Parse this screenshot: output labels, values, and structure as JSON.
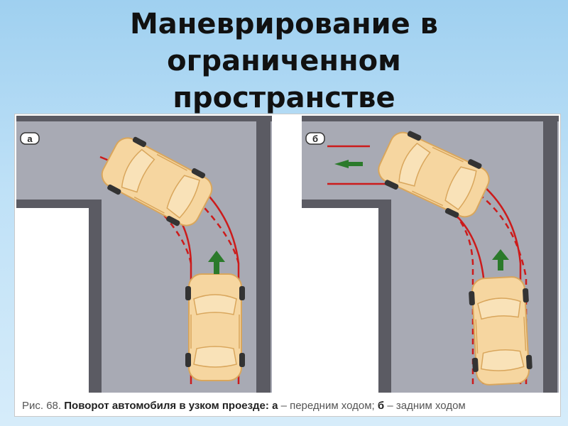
{
  "slide": {
    "title_line1": "Маневрирование в",
    "title_line2": "ограниченном",
    "title_line3": "пространстве"
  },
  "panels": [
    {
      "label": "а"
    },
    {
      "label": "б"
    }
  ],
  "caption": {
    "fig": "Рис. 68.",
    "main": "Поворот автомобиля в узком проезде:",
    "a_letter": "а",
    "a_text": "– передним ходом;",
    "b_letter": "б",
    "b_text": "– задним ходом"
  },
  "colors": {
    "road": "#a8aab4",
    "wall": "#5b5b63",
    "car_body": "#f6d6a0",
    "car_outline": "#d9a65c",
    "path_red": "#cc1b1b",
    "arrow_green": "#2b7a2b"
  }
}
